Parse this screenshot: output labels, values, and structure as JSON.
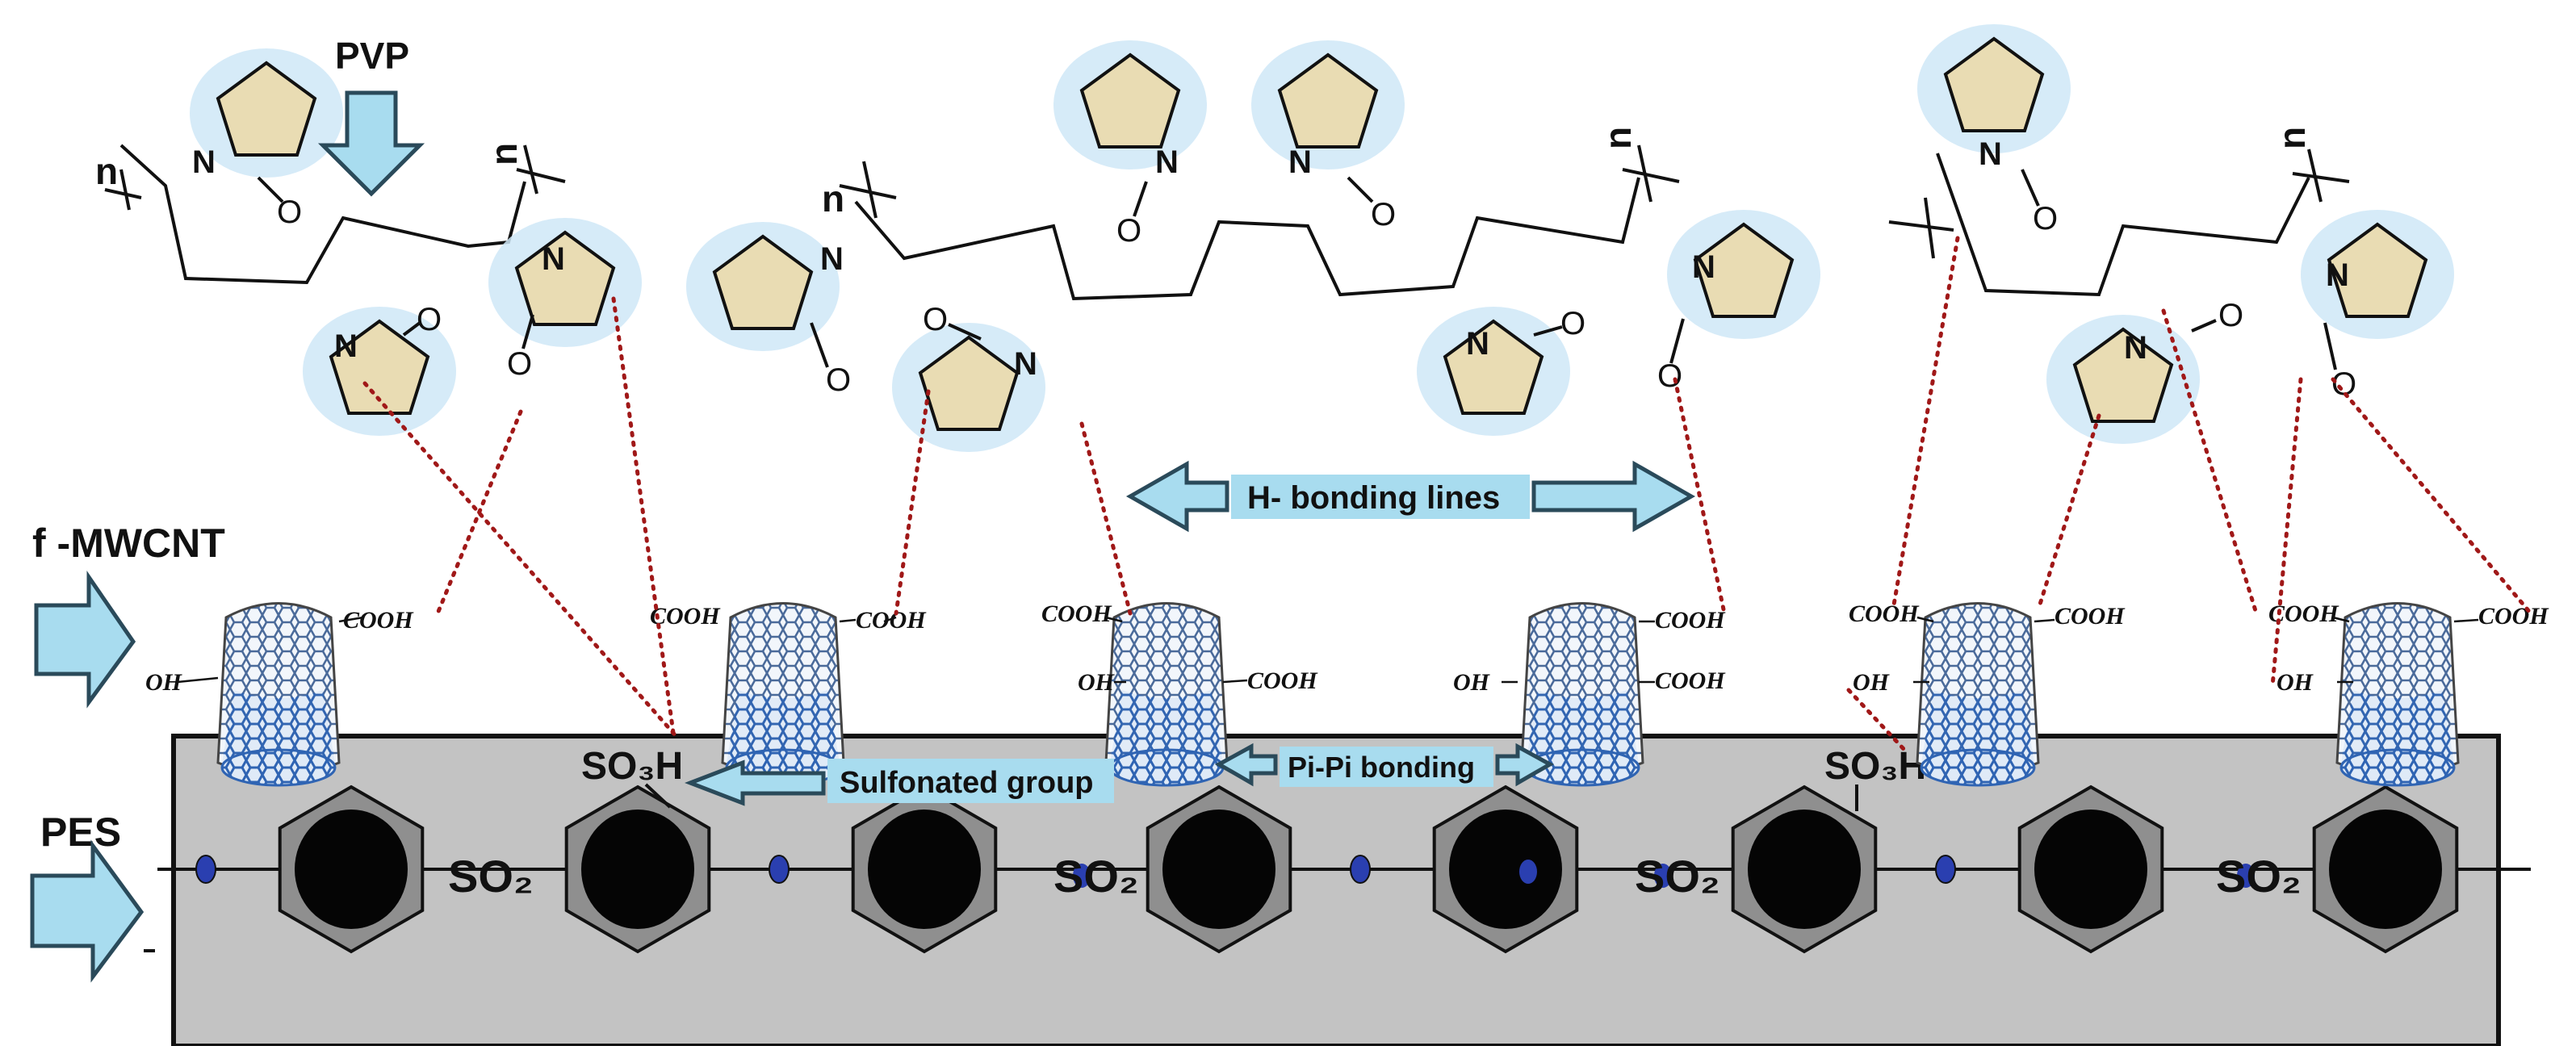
{
  "labels": {
    "pvp": "PVP",
    "mwcnt": "f -MWCNT",
    "pes": "PES",
    "n": "n",
    "hbond": "H- bonding lines",
    "sulfonated": "Sulfonated group",
    "pipi": "Pi-Pi bonding",
    "so3h": "SO₃H",
    "so2": "SO₂",
    "cooh": "COOH",
    "oh": "OH",
    "o": "O",
    "nitrogen": "N"
  },
  "colors": {
    "ring_fill": "#e9dcb3",
    "halo": "#cfe8f7",
    "arrow_fill": "#a8dcef",
    "arrow_stroke": "#2a4a5a",
    "pes_bg": "#c3c3c3",
    "hexagon_fill": "#8f8f8f",
    "hexagon_core": "#050505",
    "ether_o": "#2a3fb0",
    "hbond_dots": "#a01818",
    "cnt_mesh": "#3a6fb0",
    "cnt_dark": "#555555",
    "label_box": "#a8dcef"
  },
  "icons": {
    "pvp_arrow": "arrow-down-icon",
    "mwcnt_arrow": "arrow-right-icon",
    "pes_arrow": "arrow-right-icon",
    "hbond_arrows": "double-arrow-icon",
    "sulfonated_arrow": "arrow-left-icon",
    "pipi_arrows": "double-arrow-icon"
  }
}
